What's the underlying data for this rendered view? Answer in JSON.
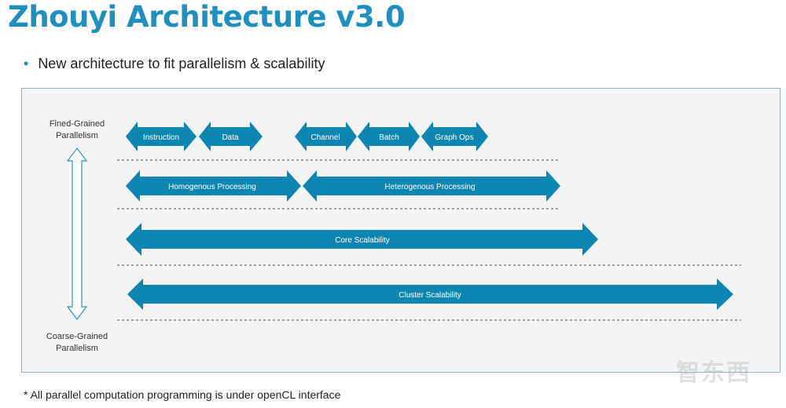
{
  "slide": {
    "title": "Zhouyi Architecture v3.0",
    "bullet": "New architecture to fit parallelism &  scalability",
    "footnote": "* All parallel computation programming is under openCL interface",
    "watermark": "智东西"
  },
  "axis": {
    "top_label": "Fined-Grained\nParallelism",
    "bottom_label": "Coarse-Grained\nParallelism"
  },
  "rows": [
    {
      "arrows": [
        "Instruction",
        "Data",
        "Channel",
        "Batch",
        "Graph Ops"
      ]
    },
    {
      "arrows": [
        "Homogenous Processing",
        "Heterogenous Processing"
      ]
    },
    {
      "arrows": [
        "Core Scalability"
      ]
    },
    {
      "arrows": [
        "Cluster Scalability"
      ]
    }
  ],
  "colors": {
    "title": "#1f8fbf",
    "arrow_fill": "#0f86b2",
    "panel_bg": "#f4f4f5",
    "panel_border": "#8fb6c4"
  }
}
